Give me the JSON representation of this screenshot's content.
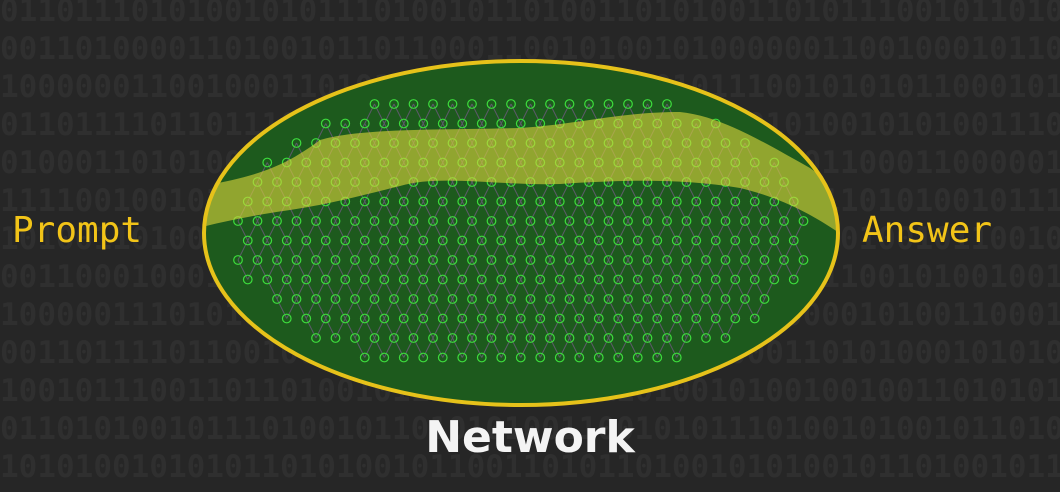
{
  "labels": {
    "input": "Prompt",
    "output": "Answer",
    "system": "Network"
  },
  "background_binary": [
    "0110111010100101011101001011010011010100110101110010110101001",
    "0011010000110100101101100011001010010100000011001000101100",
    "1000000110010001101011101101011000101011100101010110001011",
    "0110111101101110011101001001011010001110010100101010011101",
    "0100011010100101000101101000011000010101010011000110000010",
    "1111001001011110010101101001011110010101000011010100101110",
    "1010011010010001101101110101011100110001010100100101100101",
    "0011000100011101110001011000100011010011000111001010010010",
    "1000001110101001011010010001011010011101010000101001100010",
    "0011011110110010010101000101100110101100001101010001010101",
    "1001011100110110100101110111001011010010100100100110101011",
    "0110101001011101001011010101001100101011101001010010110101",
    "1010100101010110101001011001101011010010101001011010010110"
  ],
  "colors": {
    "background": "#262626",
    "binary_text": "#2f2f2f",
    "ellipse_fill": "#1d5a1d",
    "ellipse_stroke": "#e6c21a",
    "neuron": "#3ddc3d",
    "connection": "#6a5a7a",
    "path_highlight": "#d9d43a",
    "label_side": "#f2c418",
    "label_bottom": "#f4f4f4"
  },
  "icons": {
    "neuron": "circle-outline"
  }
}
